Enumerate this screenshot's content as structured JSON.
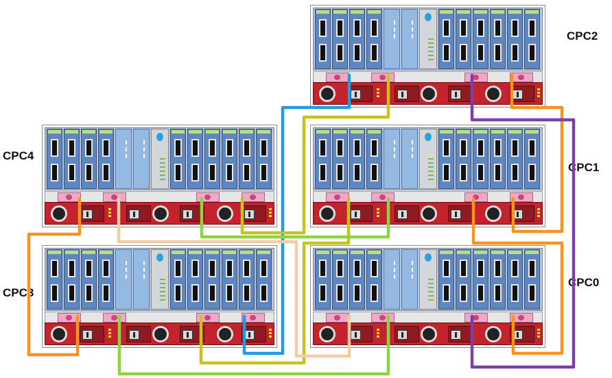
{
  "labels": {
    "cpc0": "CPC0",
    "cpc1": "CPC1",
    "cpc2": "CPC2",
    "cpc3": "CPC3",
    "cpc4": "CPC4"
  },
  "cable_colors": {
    "blue": "#1f9de0",
    "olive": "#c8c31a",
    "orange": "#f7941d",
    "purple": "#7a3fa8",
    "light_green": "#8bd640",
    "peach": "#f7c9a4"
  },
  "chassis_colors": {
    "io_slot": "#5e87c1",
    "slot_label": "#b9e07a",
    "ica_card": "#94b9e2",
    "power_panel": "#c4232e",
    "connector": "#f1a8c8"
  }
}
